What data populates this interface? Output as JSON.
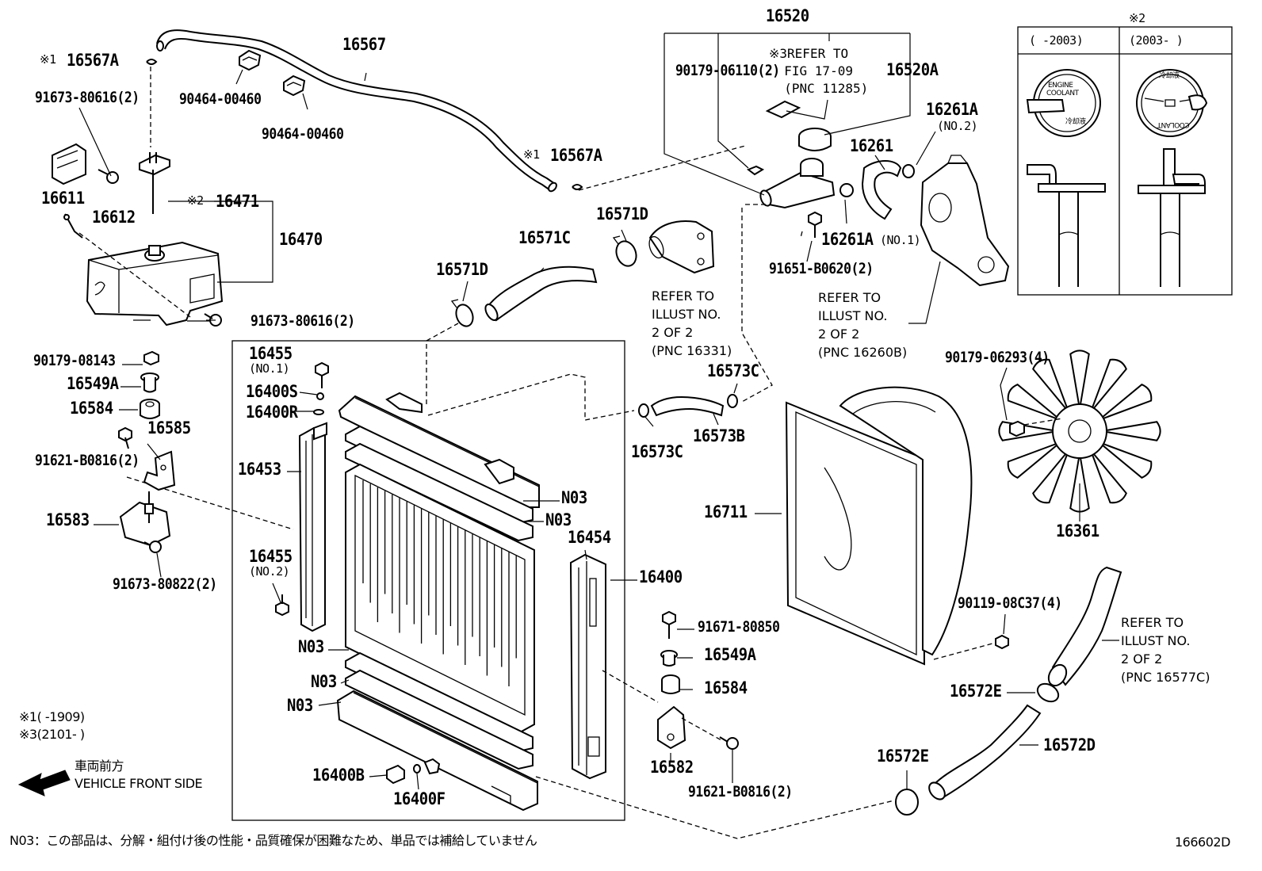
{
  "parts": {
    "p16520": "16520",
    "p16567": "16567",
    "p16567A_top": "16567A",
    "p16567A_mid": "16567A",
    "p91673_80616_top": "91673-80616(2)",
    "p90464_a": "90464-00460",
    "p90464_b": "90464-00460",
    "p16611": "16611",
    "p16612": "16612",
    "p16471": "16471",
    "p16470": "16470",
    "p91673_80616_bot": "91673-80616(2)",
    "p90179_06110": "90179-06110(2)",
    "p16520A": "16520A",
    "p16261A_no2": "16261A",
    "no2_small": "(NO.2)",
    "p16261": "16261",
    "p16261A_no1": "16261A",
    "no1_inline": "(NO.1)",
    "p91651": "91651-B0620(2)",
    "p16571D_a": "16571D",
    "p16571D_b": "16571D",
    "p16571C": "16571C",
    "p90179_08143": "90179-08143",
    "p16549A_a": "16549A",
    "p16584_a": "16584",
    "p16585": "16585",
    "p91621_a": "91621-B0816(2)",
    "p16583": "16583",
    "p91673_80822": "91673-80822(2)",
    "p16455_no1": "16455",
    "no1_small": "(NO.1)",
    "p16400S": "16400S",
    "p16400R": "16400R",
    "p16453": "16453",
    "p16455_no2": "16455",
    "no2_small_b": "(NO.2)",
    "n03_a": "N03",
    "n03_b": "N03",
    "n03_c": "N03",
    "n03_d": "N03",
    "n03_e": "N03",
    "p16454": "16454",
    "p16400": "16400",
    "p16400B": "16400B",
    "p16400F": "16400F",
    "p16573C_a": "16573C",
    "p16573C_b": "16573C",
    "p16573B": "16573B",
    "p91671": "91671-80850",
    "p16549A_b": "16549A",
    "p16584_b": "16584",
    "p16582": "16582",
    "p91621_b": "91621-B0816(2)",
    "p90179_06293": "90179-06293(4)",
    "p16361": "16361",
    "p16711": "16711",
    "p90119": "90119-08C37(4)",
    "p16572E_a": "16572E",
    "p16572E_b": "16572E",
    "p16572D": "16572D"
  },
  "refer_notes": {
    "fig17": "※3REFER TO\n  FIG 17-09\n  (PNC 11285)",
    "illust_16331": "REFER TO\nILLUST NO.\n2 OF 2\n(PNC 16331)",
    "illust_16260B": "REFER TO\nILLUST NO.\n2 OF 2\n(PNC 16260B)",
    "illust_16577C": "REFER TO\nILLUST NO.\n2 OF 2\n(PNC 16577C)"
  },
  "marks": {
    "m1_top": "※1",
    "m1_mid": "※1",
    "m2_inline": "※2",
    "m2_box": "※2"
  },
  "cap_box": {
    "col1_header": "(      -2003)",
    "col2_header": "(2003-      )",
    "cap1_line1": "ENGINE",
    "cap1_line2": "COOLANT",
    "cap1_jp": "冷却液",
    "cap2_jp": "冷却液",
    "cap2_en": "COOLANT"
  },
  "legend": {
    "note1": "※1(      -1909)",
    "note3": "※3(2101-      )",
    "front_jp": "車両前方",
    "front_en": "VEHICLE FRONT SIDE"
  },
  "footer": {
    "n03_note": "N03：この部品は、分解・組付け後の性能・品質確保が困難なため、単品では補給していません",
    "diagram_id": "166602D"
  }
}
